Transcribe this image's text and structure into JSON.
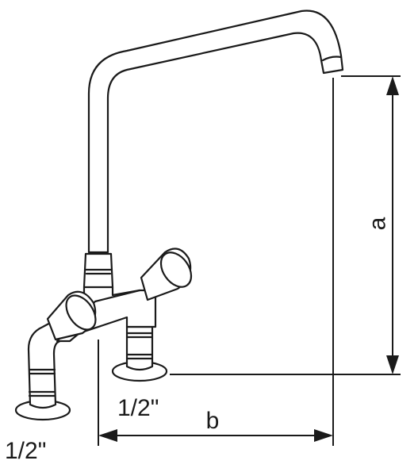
{
  "diagram": {
    "dimension_a": "a",
    "dimension_b": "b",
    "inlet_right": "1/2\"",
    "inlet_left": "1/2\""
  }
}
